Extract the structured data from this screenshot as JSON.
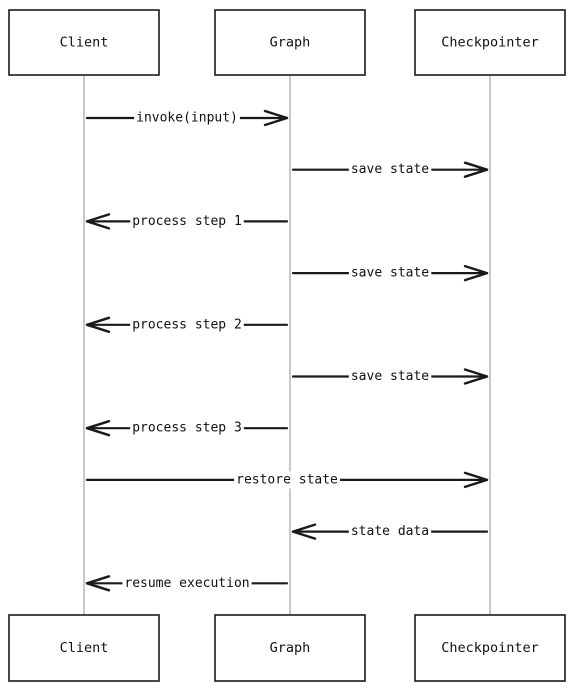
{
  "participants": [
    {
      "id": "client",
      "label": "Client"
    },
    {
      "id": "graph",
      "label": "Graph"
    },
    {
      "id": "checkpointer",
      "label": "Checkpointer"
    }
  ],
  "messages": [
    {
      "from": "client",
      "to": "graph",
      "label": "invoke(input)"
    },
    {
      "from": "graph",
      "to": "checkpointer",
      "label": "save state"
    },
    {
      "from": "graph",
      "to": "client",
      "label": "process step 1"
    },
    {
      "from": "graph",
      "to": "checkpointer",
      "label": "save state"
    },
    {
      "from": "graph",
      "to": "client",
      "label": "process step 2"
    },
    {
      "from": "graph",
      "to": "checkpointer",
      "label": "save state"
    },
    {
      "from": "graph",
      "to": "client",
      "label": "process step 3"
    },
    {
      "from": "client",
      "to": "checkpointer",
      "label": "restore state"
    },
    {
      "from": "checkpointer",
      "to": "graph",
      "label": "state data"
    },
    {
      "from": "graph",
      "to": "client",
      "label": "resume execution"
    }
  ]
}
